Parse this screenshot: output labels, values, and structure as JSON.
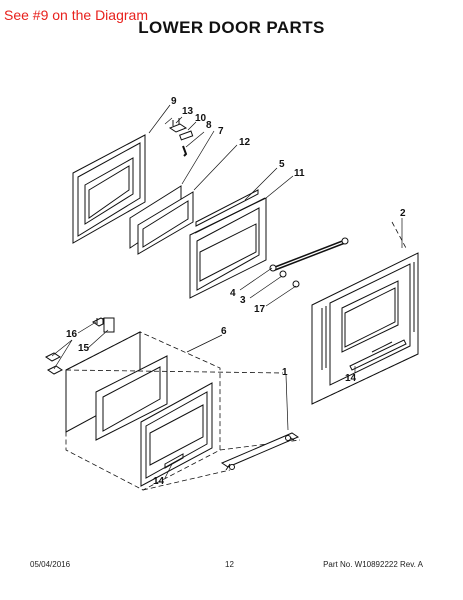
{
  "note": "See #9 on the Diagram",
  "title": "LOWER DOOR PARTS",
  "callouts": [
    "9",
    "13",
    "10",
    "8",
    "7",
    "12",
    "5",
    "11",
    "2",
    "4",
    "3",
    "17",
    "14",
    "16",
    "6",
    "15",
    "1",
    "14"
  ],
  "footer": {
    "date": "05/04/2016",
    "page": "12",
    "part": "Part No. W10892222  Rev. A"
  }
}
